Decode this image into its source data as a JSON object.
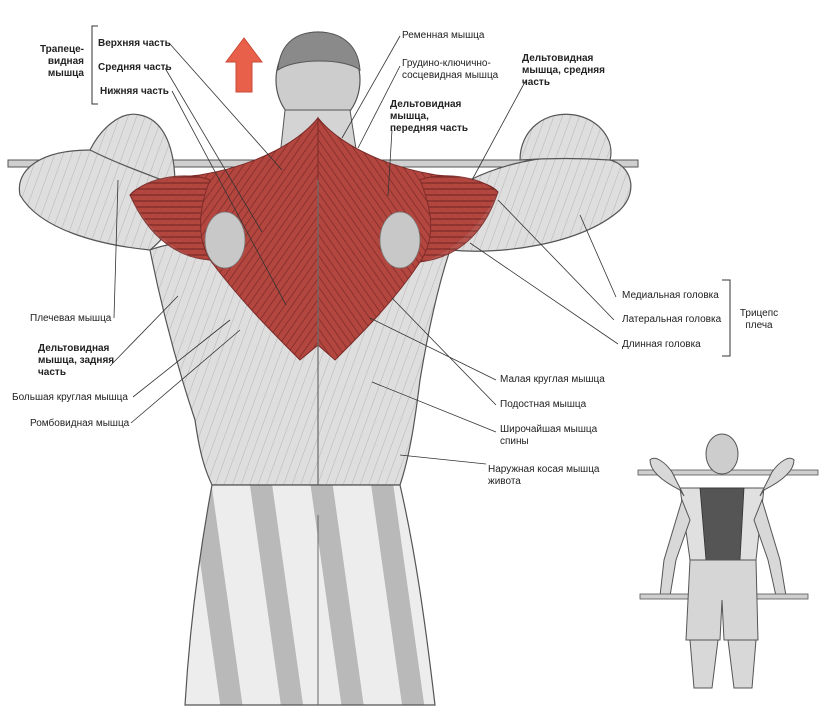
{
  "colors": {
    "muscle_red": "#b3463f",
    "muscle_dark": "#7a2a27",
    "skin_grey": "#d9d9d9",
    "outline": "#555555",
    "arrow": "#e8604a",
    "leader": "#333333"
  },
  "icons": {
    "direction_arrow": "up-arrow-icon"
  },
  "labels": {
    "trapezius_group": "Трапеце-\nвидная\nмышца",
    "trap_upper": "Верхняя часть",
    "trap_middle": "Средняя часть",
    "trap_lower": "Нижняя часть",
    "splenius": "Ременная мышца",
    "sternocleido": "Грудино-ключично-\nсосцевидная мышца",
    "deltoid_middle": "Дельтовидная\nмышца, средняя\nчасть",
    "deltoid_front": "Дельтовидная\nмышца,\nпередняя часть",
    "brachialis": "Плечевая мышца",
    "deltoid_rear": "Дельтовидная\nмышца, задняя\nчасть",
    "teres_major": "Большая круглая мышца",
    "rhomboid": "Ромбовидная мышца",
    "triceps_medial": "Медиальная головка",
    "triceps_lateral": "Латеральная головка",
    "triceps_long": "Длинная головка",
    "triceps_group": "Трицепс\nплеча",
    "teres_minor": "Малая круглая мышца",
    "infraspinatus": "Подостная мышца",
    "latissimus": "Широчайшая мышца\nспины",
    "external_oblique": "Наружная косая мышца\nживота"
  }
}
